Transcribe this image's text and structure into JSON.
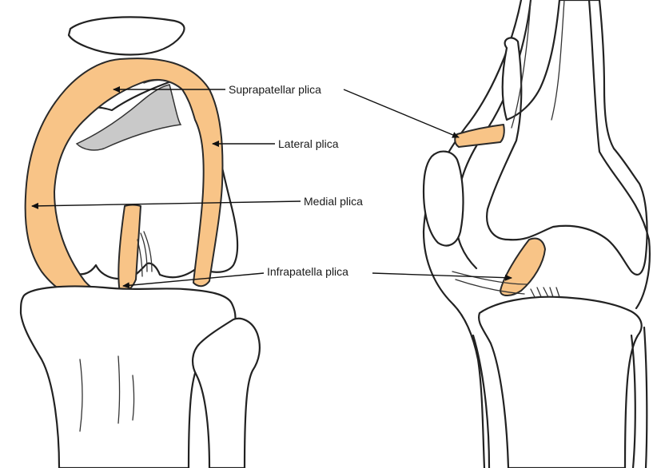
{
  "labels": {
    "suprapatellar": "Suprapatellar plica",
    "lateral": "Lateral plica",
    "medial": "Medial plica",
    "infrapatella": "Infrapatella plica"
  },
  "colors": {
    "plica": "#f8c487",
    "trochlea": "#c9c9c9",
    "outline": "#222222",
    "background": "#ffffff"
  }
}
